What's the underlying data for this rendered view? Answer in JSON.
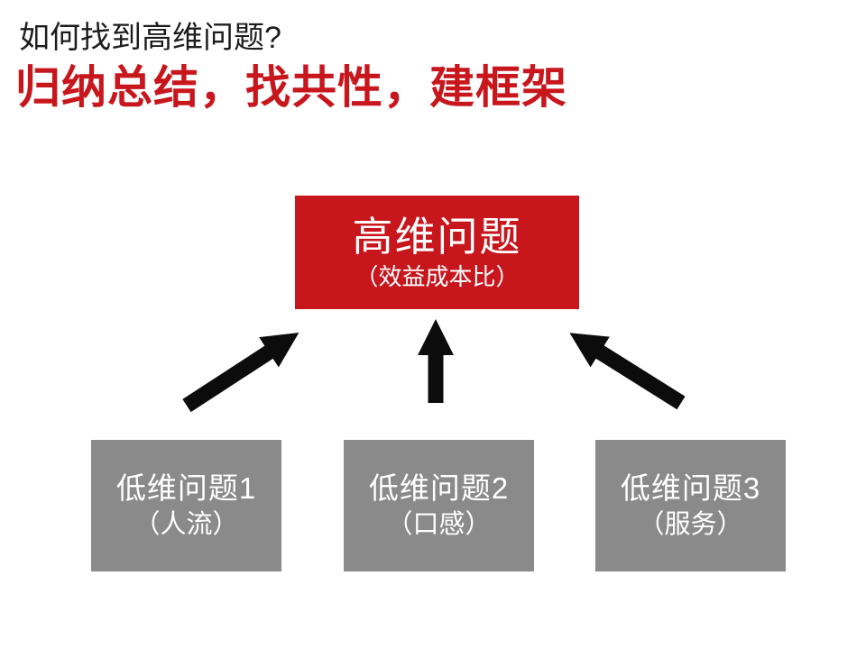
{
  "slide": {
    "title": "如何找到高维问题?",
    "subtitle": "归纳总结，找共性，建框架"
  },
  "top_box": {
    "label": "高维问题",
    "sublabel": "（效益成本比）"
  },
  "bottom_boxes": [
    {
      "label": "低维问题1",
      "sublabel": "（人流）"
    },
    {
      "label": "低维问题2",
      "sublabel": "（口感）"
    },
    {
      "label": "低维问题3",
      "sublabel": "（服务）"
    }
  ],
  "icons": {
    "arrow_left": "up-right-arrow",
    "arrow_middle": "up-arrow",
    "arrow_right": "up-left-arrow"
  },
  "colors": {
    "accent_red": "#c8161d",
    "box_gray": "#8a8a8a",
    "arrow_black": "#0c0c0c",
    "title_black": "#1c1c1c",
    "background": "#ffffff"
  }
}
